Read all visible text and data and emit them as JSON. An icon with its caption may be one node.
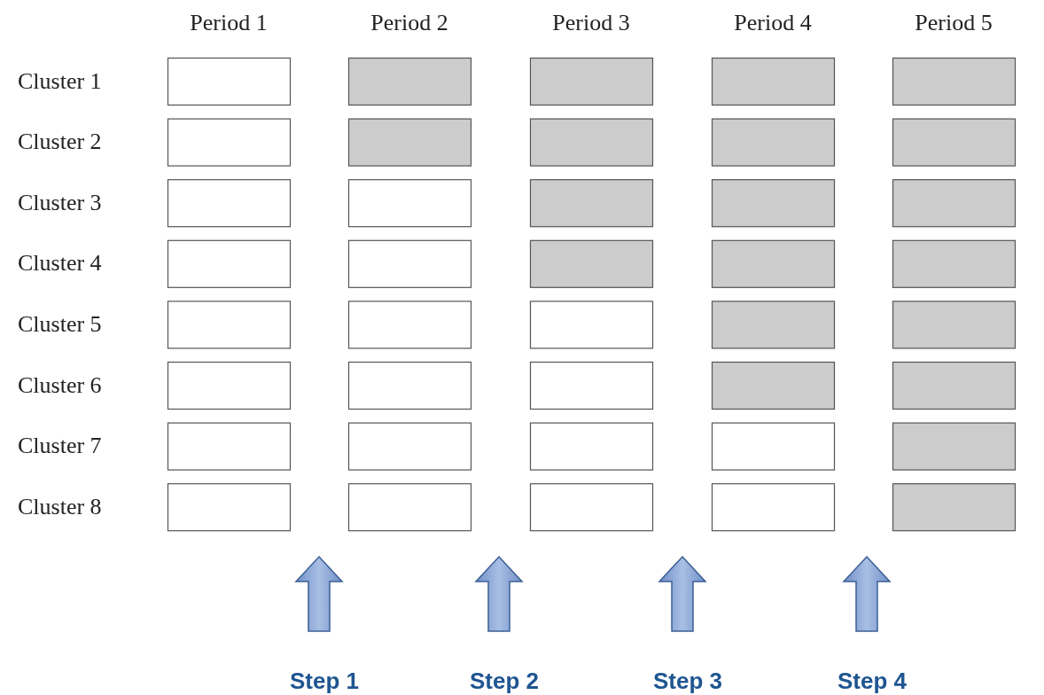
{
  "diagram": {
    "labels": [
      "Period 1",
      "Period 2",
      "Period 3",
      "Period 4",
      "Period 5",
      "Cluster 1",
      "Cluster 2",
      "Cluster 3",
      "Cluster 4",
      "Cluster 5",
      "Cluster 6",
      "Cluster 7",
      "Cluster 8",
      "Step 1",
      "Step 2",
      "Step 3",
      "Step 4"
    ]
  }
}
